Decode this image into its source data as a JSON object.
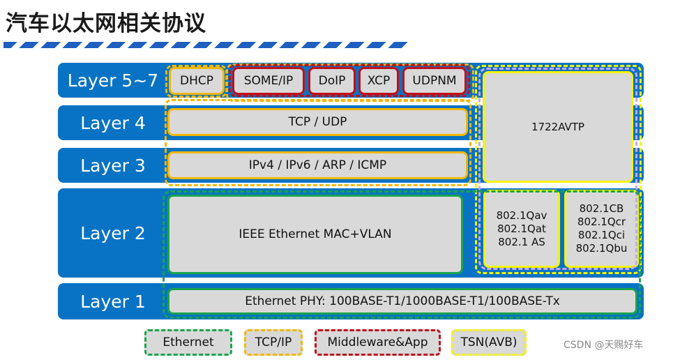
{
  "title": "汽车以太网相关协议",
  "layers": [
    {
      "label": "Layer 5~7"
    },
    {
      "label": "Layer 4"
    },
    {
      "label": "Layer 3"
    },
    {
      "label": "Layer 2"
    },
    {
      "label": "Layer 1"
    }
  ],
  "protocols": {
    "dhcp": "DHCP",
    "someip": "SOME/IP",
    "doip": "DoIP",
    "xcp": "XCP",
    "udpnm": "UDPNM",
    "tcp_udp": "TCP / UDP",
    "ip": "IPv4 / IPv6 / ARP / ICMP",
    "mac": "IEEE Ethernet MAC+VLAN",
    "phy": "Ethernet PHY: 100BASE-T1/1000BASE-T1/100BASE-Tx",
    "avtp": "1722AVTP",
    "avb_std": [
      "802.1Qav",
      "802.1Qat",
      "802.1 AS"
    ],
    "tsn_std": [
      "802.1CB",
      "802.1Qcr",
      "802.1Qci",
      "802.1Qbu"
    ]
  },
  "legend": [
    {
      "label": "Ethernet",
      "color": "#19a44c"
    },
    {
      "label": "TCP/IP",
      "color": "#f2b700"
    },
    {
      "label": "Middleware&App",
      "color": "#c0101a"
    },
    {
      "label": "TSN(AVB)",
      "color": "#f4f400"
    }
  ],
  "watermark": "CSDN @天赐好车"
}
